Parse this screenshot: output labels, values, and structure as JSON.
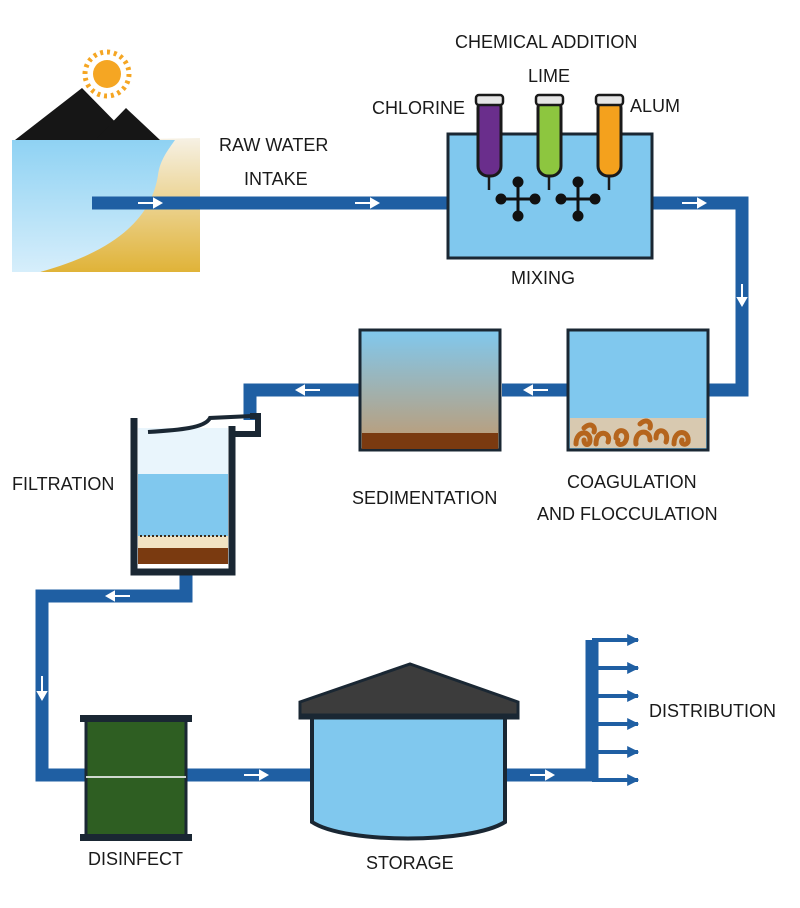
{
  "labels": {
    "chemical_addition": "CHEMICAL ADDITION",
    "lime": "LIME",
    "chlorine": "CHLORINE",
    "alum": "ALUM",
    "raw_water_line1": "RAW WATER",
    "raw_water_line2": "INTAKE",
    "mixing": "MIXING",
    "coagulation_line1": "COAGULATION",
    "coagulation_line2": "AND FLOCCULATION",
    "sedimentation": "SEDIMENTATION",
    "filtration": "FILTRATION",
    "disinfect": "DISINFECT",
    "storage": "STORAGE",
    "distribution": "DISTRIBUTION"
  },
  "colors": {
    "pipe": "#1f5fa3",
    "water": "#80c8ee",
    "tank_outline": "#1a2733",
    "sediment": "#7a3a10",
    "chlorine": "#6a2e8c",
    "lime": "#8dc63f",
    "alum": "#f4a11d",
    "disinfect": "#2e5e22",
    "sun": "#f5a623",
    "mountain": "#161616"
  },
  "icons": {
    "sun": "sun-icon",
    "mountains": "mountains-icon",
    "mixer": "mixer-propeller-icon",
    "flow_arrow": "flow-arrow-icon"
  }
}
